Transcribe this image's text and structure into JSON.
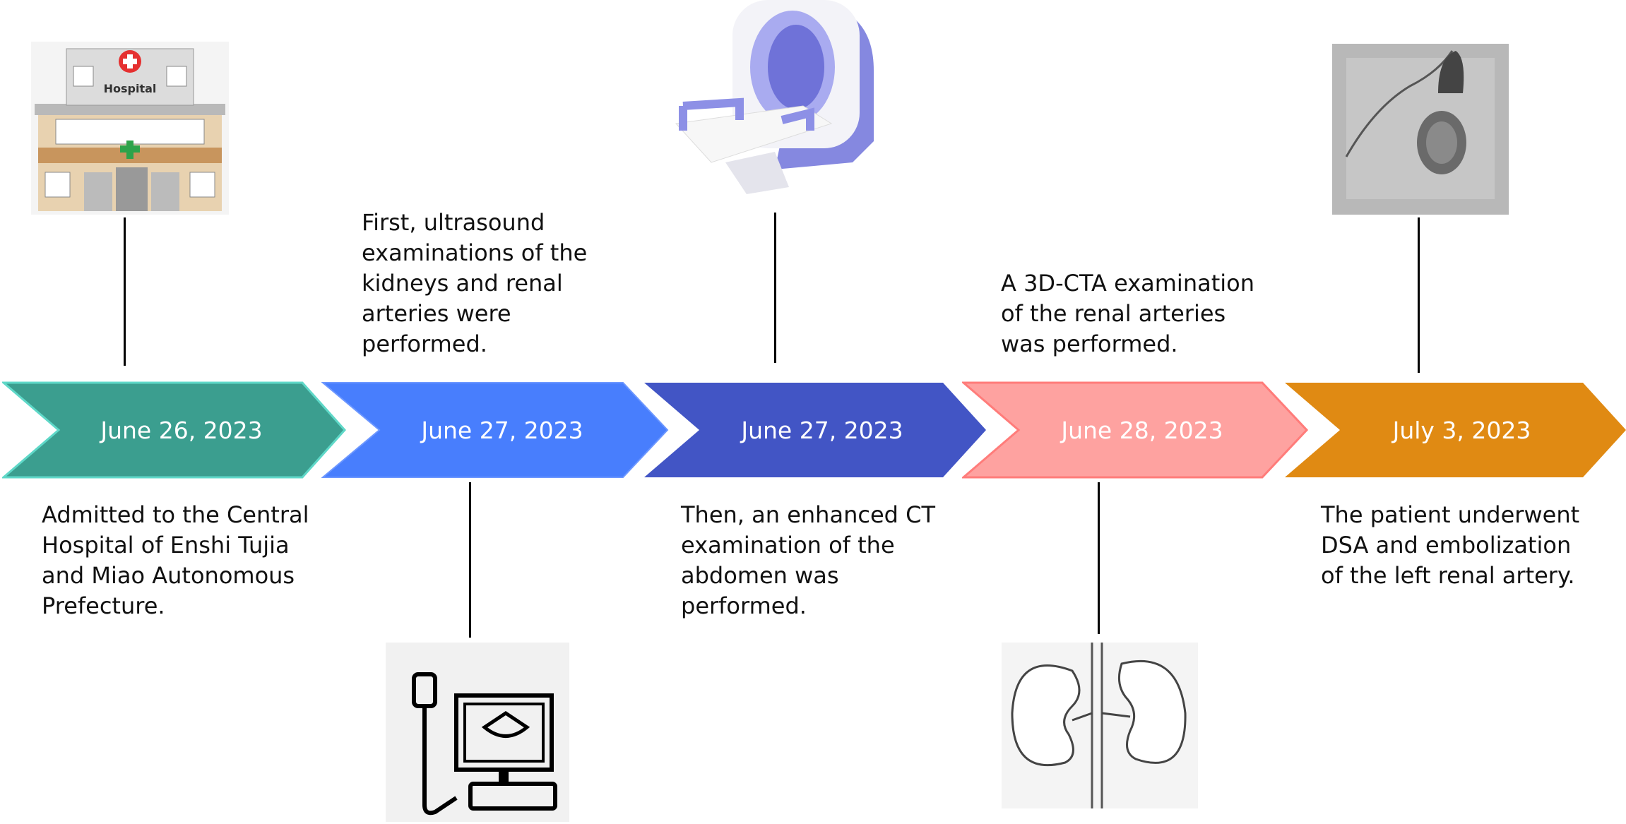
{
  "events": [
    {
      "date": "June 26, 2023",
      "text": "Admitted to the Central\nHospital of Enshi Tujia\nand Miao Autonomous\nPrefecture.",
      "color": "#3B9E8F",
      "border": "#5FD8C8",
      "image": "hospital-image",
      "image_text": "Hospital"
    },
    {
      "date": "June 27, 2023",
      "text": "First, ultrasound\nexaminations of the\nkidneys and renal\narteries were\nperformed.",
      "color": "#487EFD",
      "border": "#6C97FF",
      "image": "ultrasound-machine-icon"
    },
    {
      "date": "June 27, 2023",
      "text": "Then, an enhanced CT\nexamination of the\nabdomen was\nperformed.",
      "color": "#4255C5",
      "border": "#4255C5",
      "image": "ct-scanner-image"
    },
    {
      "date": "June 28, 2023",
      "text": "A 3D-CTA examination\nof the renal arteries\nwas performed.",
      "color": "#FEA2A0",
      "border": "#FF7C7A",
      "image": "kidney-drawing"
    },
    {
      "date": "July 3, 2023",
      "text": "The patient underwent\nDSA and embolization\nof the left renal artery.",
      "color": "#E08A13",
      "border": "#E08A13",
      "image": "dsa-angiogram-image"
    }
  ]
}
